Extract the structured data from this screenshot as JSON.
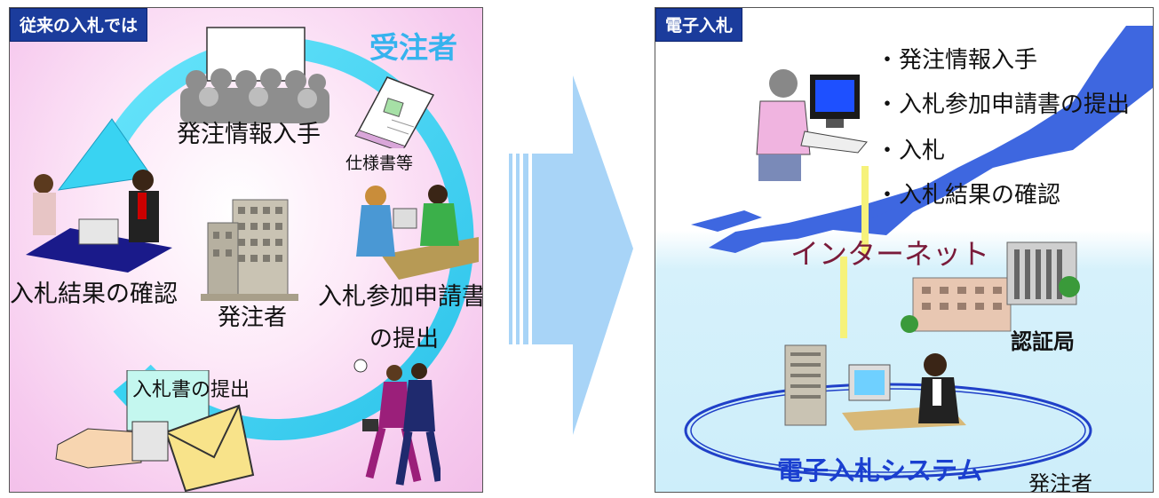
{
  "left": {
    "tag": "従来の入札では",
    "contractor": "受注者",
    "info": "発注情報入手",
    "spec": "仕様書等",
    "result": "入札結果の確認",
    "orderer": "発注者",
    "apply": "入札参加申請書",
    "apply_submit": "の提出",
    "bid_submit": "入札書の提出"
  },
  "right": {
    "tag": "電子入札",
    "bullets": [
      "発注情報入手",
      "入札参加申請書の提出",
      "入札",
      "入札結果の確認"
    ],
    "internet": "インターネット",
    "ca": "認証局",
    "system": "電子入札システム",
    "orderer": "発注者"
  },
  "colors": {
    "tag_bg": "#1b3c9c",
    "cycle_arrow": "#39d3f2",
    "contractor_text": "#36b3ee",
    "system_text": "#1a3fd0",
    "internet_text": "#7a1b3a",
    "big_arrow": "#a8d4f7"
  },
  "icons": [
    "audience-clipart-icon",
    "open-book-icon",
    "meeting-clipart-icon",
    "office-building-icon",
    "clerk-desk-icon",
    "running-people-icon",
    "hand-envelope-icon",
    "computer-user-icon",
    "certificate-authority-building-icon",
    "server-operator-icon",
    "japan-map-icon"
  ]
}
